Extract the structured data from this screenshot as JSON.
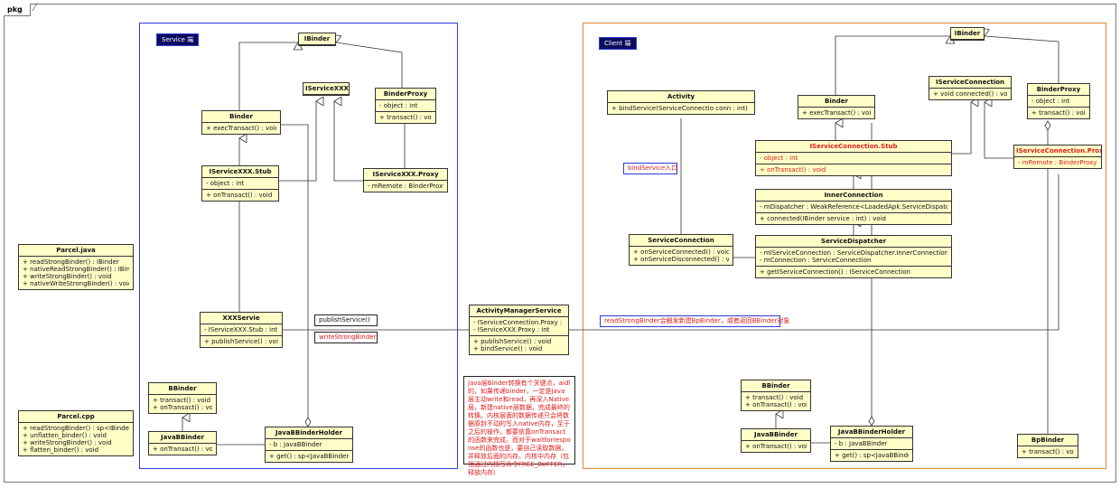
{
  "package_label": "pkg",
  "regions": {
    "service_title": "Service 端",
    "client_title": "Client 端"
  },
  "classes": {
    "s_ibinder": {
      "name": "IBinder",
      "attrs": [],
      "ops": []
    },
    "s_iservicexxx": {
      "name": "IServiceXXX",
      "attrs": [],
      "ops": []
    },
    "s_binderproxy": {
      "name": "BinderProxy",
      "attrs": [
        "- object : int"
      ],
      "ops": [
        "+ transact() : void"
      ]
    },
    "s_binder": {
      "name": "Binder",
      "attrs": [],
      "ops": [
        "+ execTransact() : void"
      ]
    },
    "s_stub": {
      "name": "IServiceXXX.Stub",
      "attrs": [
        "- object : int"
      ],
      "ops": [
        "+ onTransact() : void"
      ]
    },
    "s_proxy": {
      "name": "IServiceXXX.Proxy",
      "attrs": [
        "- mRemote : BinderProxy"
      ],
      "ops": []
    },
    "s_xxxservie": {
      "name": "XXXServie",
      "attrs": [
        "- IServiceXXX.Stub : int"
      ],
      "ops": [
        "+ publishService() : void"
      ]
    },
    "s_bbinder": {
      "name": "BBinder",
      "attrs": [],
      "ops": [
        "+ transact() : void",
        "+ onTransact() : void"
      ]
    },
    "s_javabbinder": {
      "name": "JavaBBinder",
      "attrs": [],
      "ops": [
        "+ onTransact() : void"
      ]
    },
    "s_holder": {
      "name": "JavaBBinderHolder",
      "attrs": [
        "- b : JavaBBinder"
      ],
      "ops": [
        "+ get() : sp<JavaBBinder>"
      ]
    },
    "parcel_java": {
      "name": "Parcel.java",
      "attrs": [],
      "ops": [
        "+ readStrongBinder() : IBinder",
        "+ nativeReadStrongBinder() : IBinder",
        "+ writeStrongBinder() : void",
        "+ nativeWriteStrongBinder() : void"
      ]
    },
    "parcel_cpp": {
      "name": "Parcel.cpp",
      "attrs": [],
      "ops": [
        "+ readStrongBinder() : sp<IBinder>",
        "+ unflatten_binder() : void",
        "+ writeStrongBinder() : void",
        "+ flatten_binder() : void"
      ]
    },
    "ams": {
      "name": "ActivityManagerService",
      "attrs": [
        "- IServiceConnection.Proxy : int",
        "- IServiceXXX.Proxy : int"
      ],
      "ops": [
        "+ publishService() : void",
        "+ bindService() : void"
      ]
    },
    "c_ibinder": {
      "name": "IBinder",
      "attrs": [],
      "ops": []
    },
    "c_activity": {
      "name": "Activity",
      "attrs": [],
      "ops": [
        "+ bindService(ServiceConnectio conn : int) : void"
      ]
    },
    "c_binder": {
      "name": "Binder",
      "attrs": [],
      "ops": [
        "+ execTransact() : void"
      ]
    },
    "c_iserviceconn": {
      "name": "IServiceConnection",
      "attrs": [],
      "ops": [
        "+ void connected() : void"
      ]
    },
    "c_binderproxy": {
      "name": "BinderProxy",
      "attrs": [
        "- object : int"
      ],
      "ops": [
        "+ transact() : void"
      ]
    },
    "c_stub": {
      "name": "IServiceConnection.Stub",
      "attrs": [
        "- object : int"
      ],
      "ops": [
        "+ onTransact() : void"
      ]
    },
    "c_proxy": {
      "name": "IServiceConnection.Proxy",
      "attrs": [
        "- mRemote : BinderProxy"
      ],
      "ops": []
    },
    "c_inner": {
      "name": "InnerConnection",
      "attrs": [
        "- mDispatcher : WeakReference<LoadedApk.ServiceDispatcher>"
      ],
      "ops": [
        "+ connected(IBinder service : int) : void"
      ]
    },
    "c_serviceconn": {
      "name": "ServiceConnection",
      "attrs": [],
      "ops": [
        "+ onServiceConnected() : void",
        "+ onServiceDisconnected() : void"
      ]
    },
    "c_dispatcher": {
      "name": "ServiceDispatcher",
      "attrs": [
        "- mIServiceConnection : ServiceDispatcher.InnerConnection",
        "- mConnection : ServiceConnection"
      ],
      "ops": [
        "+ getIServiceConnection() : IServiceConnection"
      ]
    },
    "c_bbinder": {
      "name": "BBinder",
      "attrs": [],
      "ops": [
        "+ transact() : void",
        "+ onTransact() : void"
      ]
    },
    "c_javabbinder": {
      "name": "JavaBBinder",
      "attrs": [],
      "ops": [
        "+ onTransact() : void"
      ]
    },
    "c_holder": {
      "name": "JavaBBinderHolder",
      "attrs": [
        "- b : JavaBBinder"
      ],
      "ops": [
        "+ get() : sp<JavaBBinder>"
      ]
    },
    "c_bpbinder": {
      "name": "BpBinder",
      "attrs": [],
      "ops": [
        "+ transact() : void"
      ]
    }
  },
  "notes": {
    "publish_service": "publishService()",
    "write_strong_binder": "writeStrongBinder",
    "bind_service_entry": "bindService入口",
    "read_strong_binder_note": "readStrongBinder会触发新建BpBinder，或者返回BBinder对象",
    "java_binder_note": "Java层Binder转换有个关键点，aidl的，如果传递binder，一定是Java层主动write和read，再深入Native层，新建native层数据，完成最终的转换。内核层面的数据传递只会将数据原封不动的写入native内存，至于之后的操作，都要依靠onTransact的函数来完成。而对于waitforresponse的函数也是，要自己读取数据，并释放后面的内存。内核中内存（包括通过内核写命令FREE_BUFFER，释放内存）"
  },
  "colors": {
    "class_fill": "#ffffc8",
    "service_border": "#2b3bd6",
    "client_border": "#e08a2e",
    "highlight_text": "#e01b1b",
    "title_fill": "#0c0c5e"
  }
}
